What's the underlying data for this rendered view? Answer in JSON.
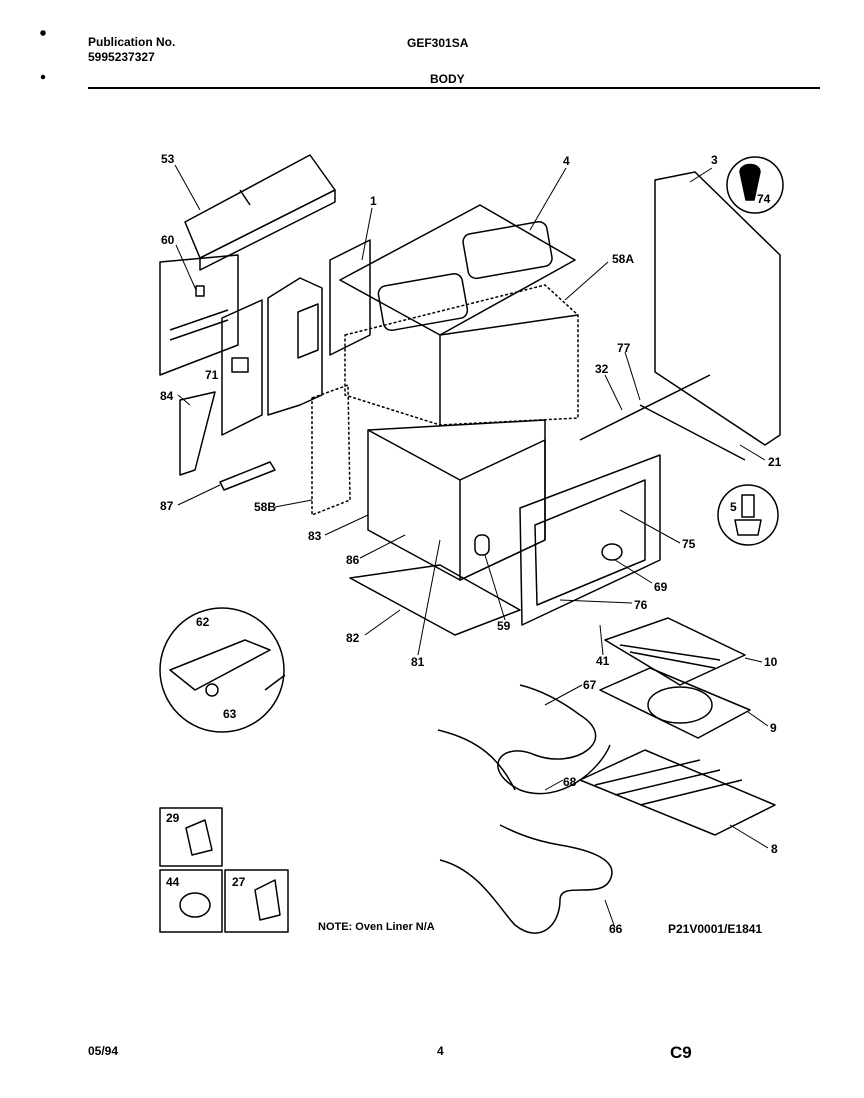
{
  "header": {
    "publication_label": "Publication No.",
    "publication_number": "5995237327",
    "model": "GEF301SA",
    "section": "BODY"
  },
  "footer": {
    "date": "05/94",
    "page": "4",
    "code": "C9"
  },
  "diagram": {
    "note": "NOTE: Oven Liner N/A",
    "drawing_id": "P21V0001/E1841",
    "part_labels": [
      "53",
      "60",
      "71",
      "84",
      "87",
      "1",
      "4",
      "58A",
      "58B",
      "83",
      "86",
      "82",
      "81",
      "59",
      "3",
      "74",
      "77",
      "32",
      "21",
      "5",
      "75",
      "69",
      "76",
      "41",
      "62",
      "63",
      "67",
      "10",
      "9",
      "8",
      "68",
      "66",
      "29",
      "44",
      "27"
    ]
  }
}
